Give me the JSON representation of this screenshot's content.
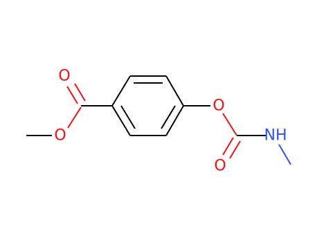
{
  "colors": {
    "background": "#ffffff",
    "bond": "#000000",
    "oxygen": "#ff0d0d",
    "nitrogen": "#3050f8"
  },
  "atoms": {
    "ester_carbonyl_o": "O",
    "ester_o": "O",
    "carbamate_o": "O",
    "carbamate_carbonyl_o": "O",
    "amide_n": "NH"
  }
}
